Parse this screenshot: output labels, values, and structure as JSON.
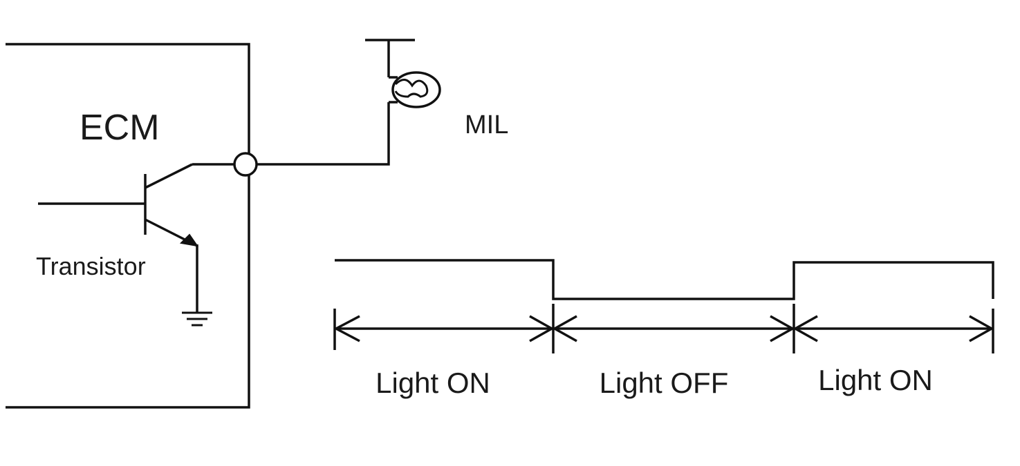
{
  "diagram": {
    "ecm_label": "ECM",
    "transistor_label": "Transistor",
    "mil_label": "MIL",
    "timing": {
      "segment_1": "Light ON",
      "segment_2": "Light OFF",
      "segment_3": "Light ON"
    }
  },
  "colors": {
    "line": "#111111",
    "background": "#ffffff"
  }
}
